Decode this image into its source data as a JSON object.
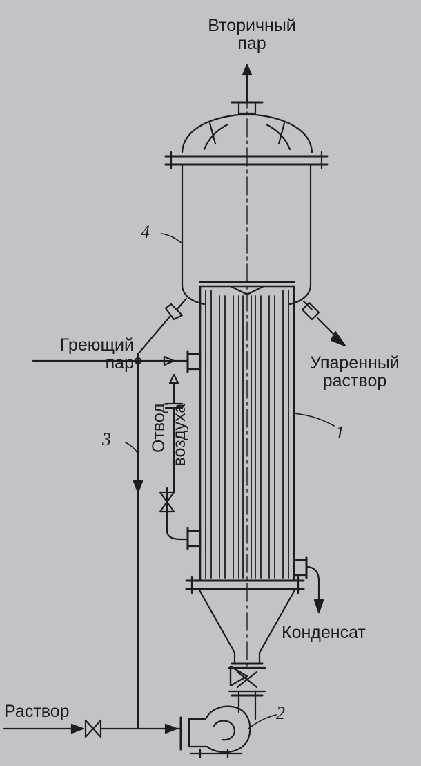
{
  "labels": {
    "vapor_out": "Вторичный\nпар",
    "heating_steam": "Греющий\nпар",
    "concentrated": "Упаренный\nраствор",
    "air_vent_1": "Отвод",
    "air_vent_2": "воздуха",
    "condensate": "Конденсат",
    "solution": "Раствор"
  },
  "callouts": {
    "n1": "1",
    "n2": "2",
    "n3": "3",
    "n4": "4"
  },
  "colors": {
    "background": "#c4c1c7",
    "ink": "#1c1c22"
  }
}
